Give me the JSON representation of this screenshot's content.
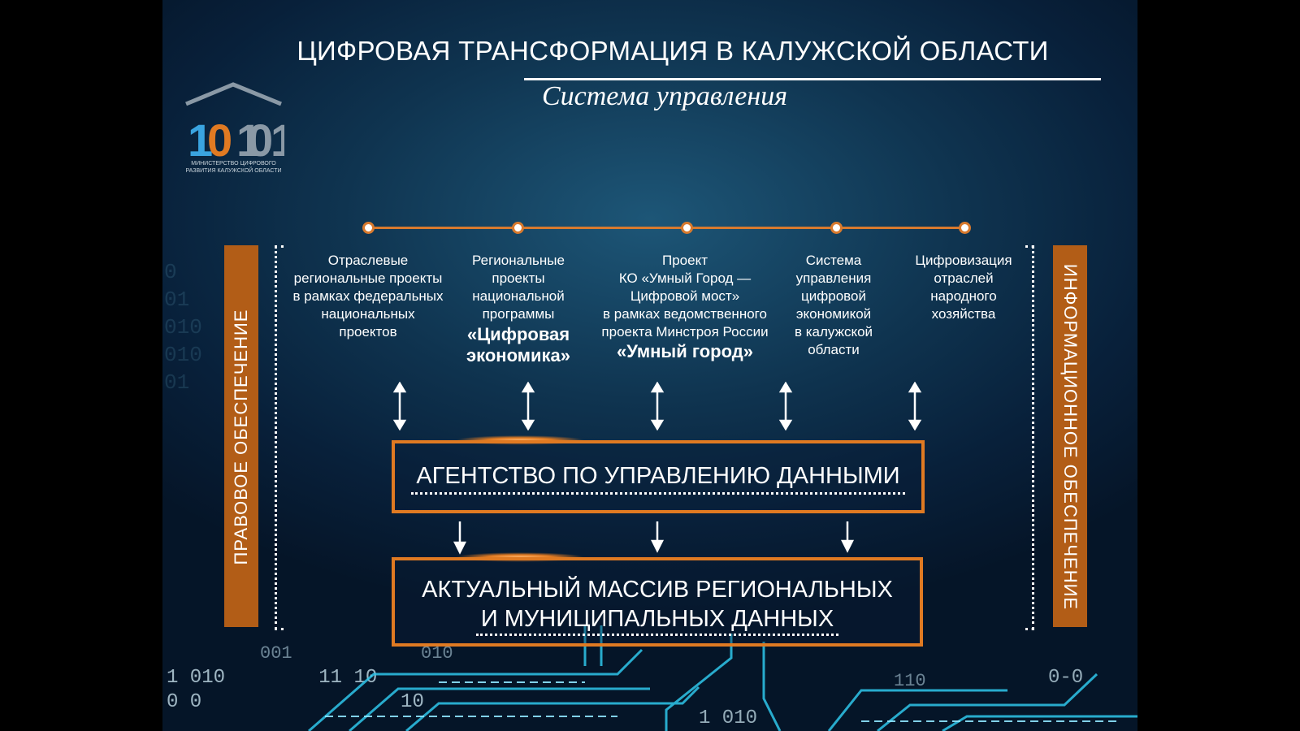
{
  "header": {
    "title": "ЦИФРОВАЯ ТРАНСФОРМАЦИЯ В КАЛУЖСКОЙ ОБЛАСТИ",
    "subtitle": "Система управления"
  },
  "logo": {
    "number": "10101",
    "caption_line1": "МИНИСТЕРСТВО ЦИФРОВОГО",
    "caption_line2": "РАЗВИТИЯ КАЛУЖСКОЙ ОБЛАСТИ"
  },
  "side_left": {
    "label": "ПРАВОВОЕ ОБЕСПЕЧЕНИЕ"
  },
  "side_right": {
    "label": "ИНФОРМАЦИОННОЕ ОБЕСПЕЧЕНИЕ"
  },
  "columns": [
    {
      "lines": [
        "Отраслевые",
        "региональные проекты",
        "в рамках федеральных",
        "национальных",
        "проектов"
      ],
      "bold": []
    },
    {
      "lines": [
        "Региональные",
        "проекты",
        "национальной",
        "программы"
      ],
      "bold": [
        "«Цифровая",
        "экономика»"
      ]
    },
    {
      "lines": [
        "Проект",
        "КО «Умный Город —",
        "Цифровой мост»",
        "в рамках ведомственного",
        "проекта Минстроя России"
      ],
      "bold": [
        "«Умный город»"
      ]
    },
    {
      "lines": [
        "Система",
        "управления",
        "цифровой",
        "экономикой",
        "в калужской",
        "области"
      ],
      "bold": []
    },
    {
      "lines": [
        "Цифровизация",
        "отраслей",
        "народного",
        "хозяйства"
      ],
      "bold": []
    }
  ],
  "box_agency": {
    "text": "АГЕНТСТВО ПО УПРАВЛЕНИЮ ДАННЫМИ"
  },
  "box_data": {
    "line1": "АКТУАЛЬНЫЙ МАССИВ РЕГИОНАЛЬНЫХ",
    "line2": "И МУНИЦИПАЛЬНЫХ ДАННЫХ"
  },
  "background_digits": {
    "left_block": "0\n01\n010\n010\n01",
    "bottom_row1": "001            010",
    "bottom_row2": "1 010        11 10",
    "bottom_row3": "0 0                 10",
    "bottom_right1": "110",
    "bottom_right2": "0-0",
    "bottom_right3": "1 010"
  },
  "colors": {
    "accent": "#e07a22",
    "side_bar": "#b25d17",
    "background": "#0f3450",
    "arrows_blue": "#3aa4e0"
  }
}
